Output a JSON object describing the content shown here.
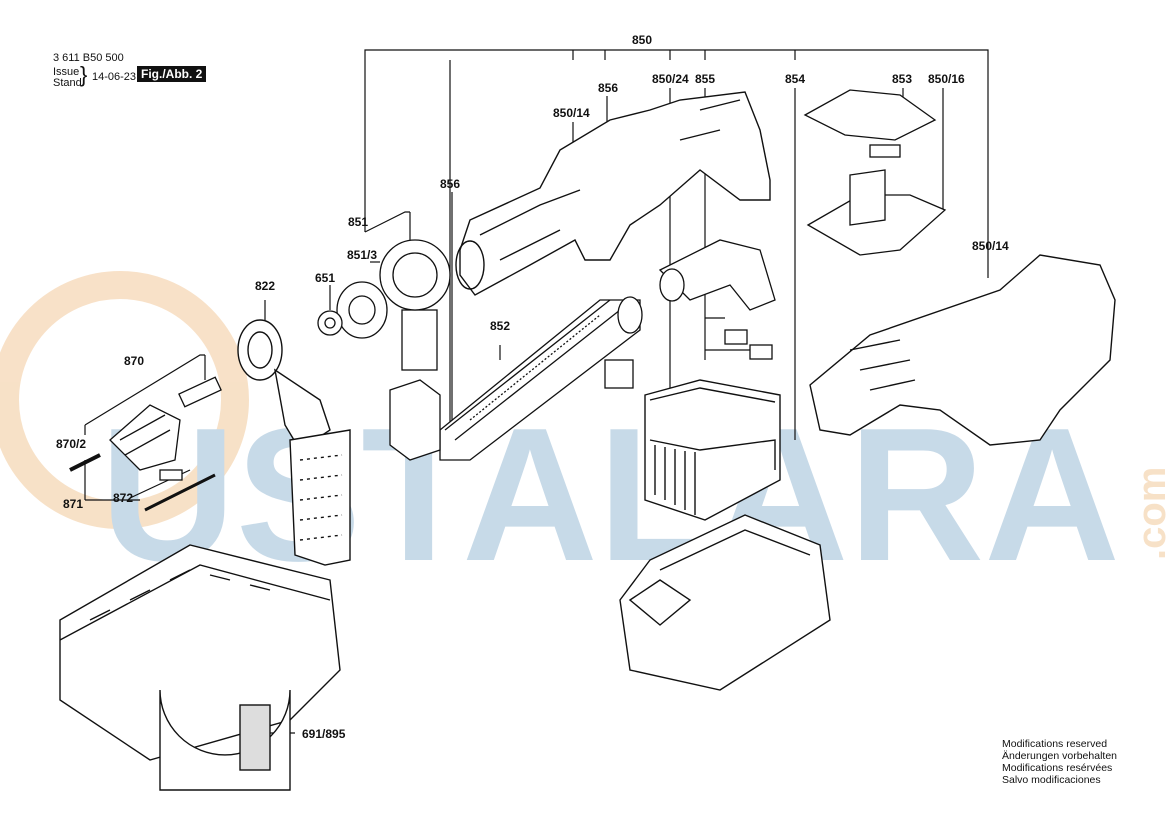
{
  "header": {
    "part_number": "3 611 B50 500",
    "issue_label": "Issue",
    "stand_label": "Stand",
    "date": "14-06-23",
    "figure": "Fig./Abb. 2"
  },
  "watermark": {
    "text": "USTALARA",
    "suffix": ".com",
    "color": "#9bbcd6",
    "accent": "#f2c99a"
  },
  "labels": {
    "l850": "850",
    "l850_14_top": "850/14",
    "l856_top": "856",
    "l850_24": "850/24",
    "l855": "855",
    "l854": "854",
    "l853": "853",
    "l850_16": "850/16",
    "l856_mid": "856",
    "l851": "851",
    "l851_3": "851/3",
    "l651": "651",
    "l822": "822",
    "l852": "852",
    "l850_14_right": "850/14",
    "l870": "870",
    "l870_2": "870/2",
    "l871": "871",
    "l872": "872",
    "l691_895": "691/895"
  },
  "notes": [
    "Modifications reserved",
    "Änderungen vorbehalten",
    "Modifications resérvées",
    "Salvo modificaciones"
  ]
}
